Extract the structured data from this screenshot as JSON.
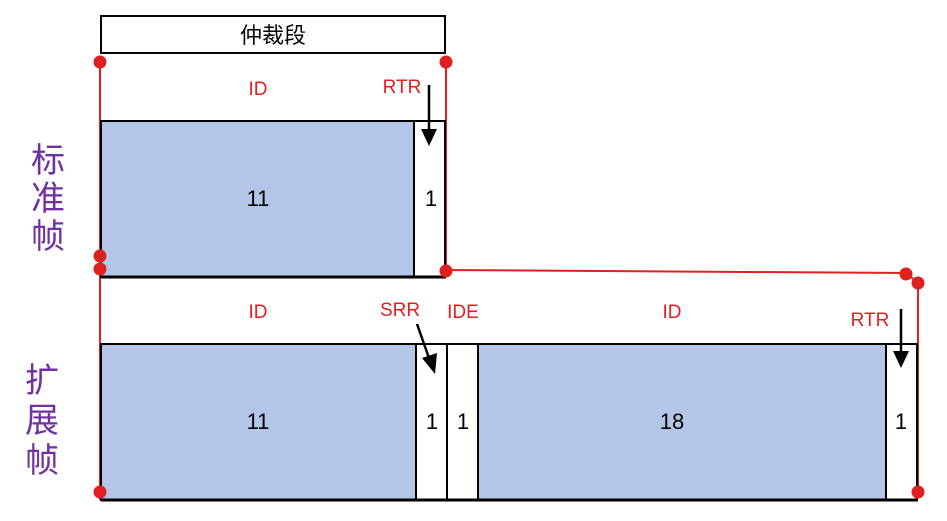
{
  "arbitration_label": "仲裁段",
  "standard_frame": {
    "side_label": [
      "标",
      "准",
      "帧"
    ],
    "id_label": "ID",
    "rtr_label": "RTR",
    "id_bits": "11",
    "rtr_bits": "1"
  },
  "extended_frame": {
    "side_label": [
      "扩",
      "展",
      "帧"
    ],
    "id_label_1": "ID",
    "srr_label": "SRR",
    "ide_label": "IDE",
    "id_label_2": "ID",
    "rtr_label": "RTR",
    "id_bits_1": "11",
    "srr_bits": "1",
    "ide_bits": "1",
    "id_bits_2": "18",
    "rtr_bits": "1"
  },
  "colors": {
    "field_fill": "#b4c6e7",
    "outline_red": "#e02020",
    "side_label": "#7030a0",
    "border": "#000000"
  }
}
